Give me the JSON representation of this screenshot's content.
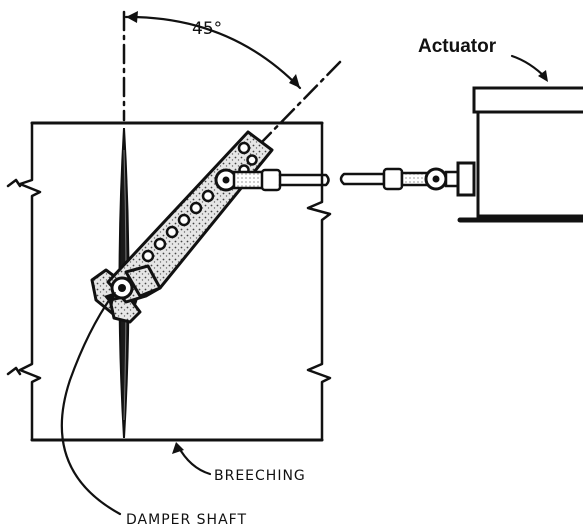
{
  "labels": {
    "angle": "45°",
    "actuator": "Actuator",
    "breeching": "BREECHING",
    "damper_shaft": "DAMPER SHAFT"
  }
}
